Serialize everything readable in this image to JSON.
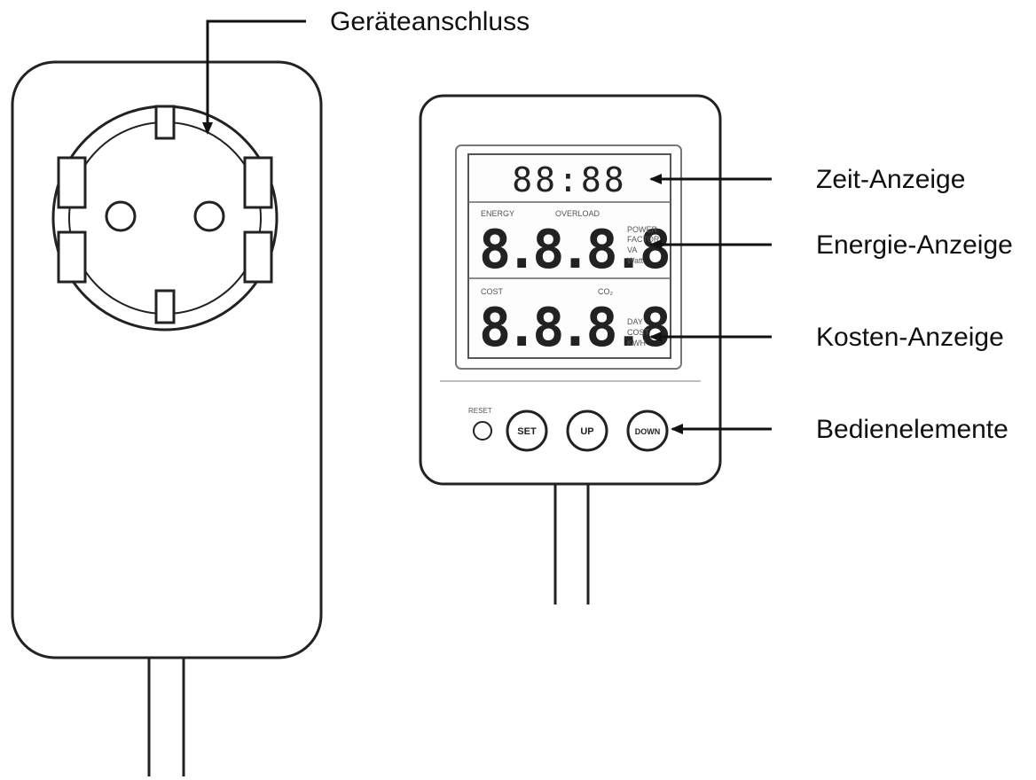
{
  "callouts": {
    "socket": "Geräteanschluss",
    "time": "Zeit-Anzeige",
    "energy": "Energie-Anzeige",
    "cost": "Kosten-Anzeige",
    "controls": "Bedienelemente"
  },
  "display": {
    "time": "88:88",
    "energy_value": "8.8.8.8",
    "cost_value": "8.8.8.8",
    "label_energy": "ENERGY",
    "label_overload": "OVERLOAD",
    "label_cost": "COST",
    "label_co2": "CO₂",
    "energy_units": [
      "POWER",
      "FACTOR",
      "VA",
      "Watt"
    ],
    "cost_units": [
      "DAY",
      "COST",
      "KWH"
    ]
  },
  "buttons": {
    "reset": "RESET",
    "set": "SET",
    "up": "UP",
    "down": "DOWN"
  }
}
